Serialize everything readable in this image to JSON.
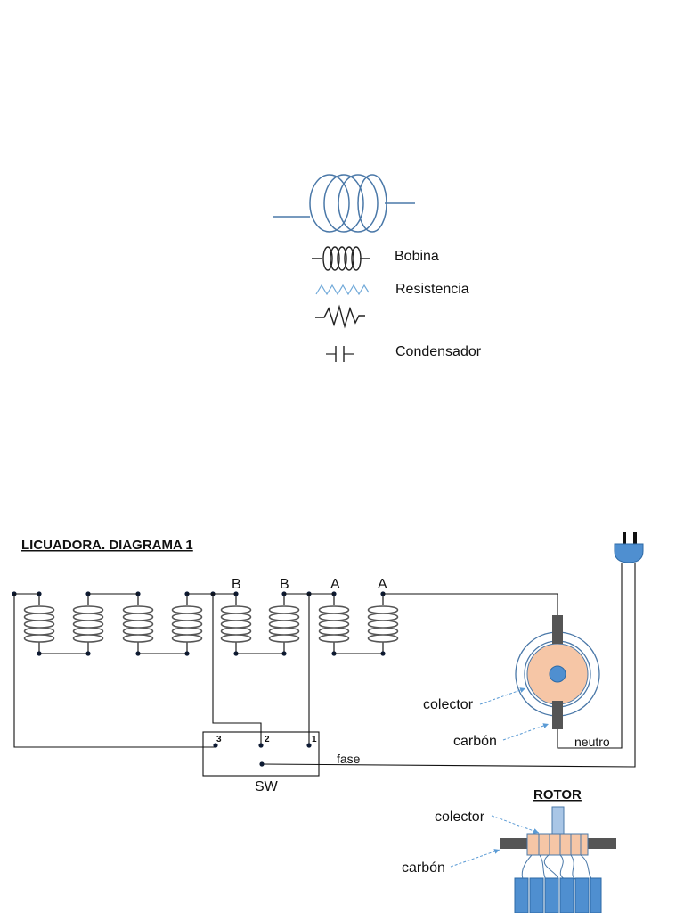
{
  "legend": {
    "items": [
      {
        "symbol": "coil-icon",
        "label": "Bobina"
      },
      {
        "symbol": "resistor-zigzag-icon",
        "label": "Resistencia"
      },
      {
        "symbol": "resistor-icon",
        "label": ""
      },
      {
        "symbol": "capacitor-icon",
        "label": "Condensador"
      }
    ]
  },
  "diagram": {
    "title": "LICUADORA. DIAGRAMA 1",
    "coil_tags": [
      "B",
      "B",
      "A",
      "A"
    ],
    "switch": {
      "label": "SW",
      "terminals": [
        "3",
        "2",
        "1"
      ]
    },
    "labels": {
      "fase": "fase",
      "neutro": "neutro",
      "colector": "colector",
      "carbon": "carbón"
    }
  },
  "rotor": {
    "title": "ROTOR",
    "labels": {
      "colector": "colector",
      "carbon": "carbón"
    }
  },
  "colors": {
    "blue_outline": "#4a78a8",
    "zigzag": "#6fa8d8",
    "commutator_fill": "#f6c6a6",
    "plug": "#4f8fd0",
    "brush": "#555555",
    "rotor_core": "#4f8fd0",
    "rotor_shaft": "#a9c6e6"
  }
}
